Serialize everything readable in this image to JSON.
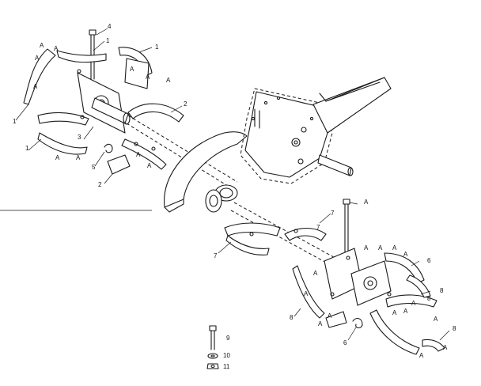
{
  "labels": {
    "a1": "A",
    "a2": "A",
    "a3": "A",
    "a4": "A",
    "a5": "A",
    "a6": "A",
    "a7": "A",
    "a8": "A",
    "a9": "A",
    "a10": "A",
    "a11": "A",
    "a12": "A",
    "a13": "A",
    "a14": "A",
    "a15": "A",
    "a16": "A",
    "a17": "A",
    "a18": "A",
    "a19": "A",
    "a20": "A",
    "a21": "A",
    "a22": "A",
    "a23": "A",
    "a24": "A",
    "a25": "A",
    "a26": "A",
    "n1a": "1",
    "n1b": "1",
    "n1c": "1",
    "n1d": "1",
    "n2a": "2",
    "n2b": "2",
    "n3": "3",
    "n4": "4",
    "n5": "5",
    "n6a": "6",
    "n6b": "6",
    "n7a": "7",
    "n7b": "7",
    "n7c": "7",
    "n8a": "8",
    "n8b": "8",
    "n8c": "8",
    "n8d": "8",
    "n9": "9",
    "n10": "10",
    "n11": "11"
  }
}
